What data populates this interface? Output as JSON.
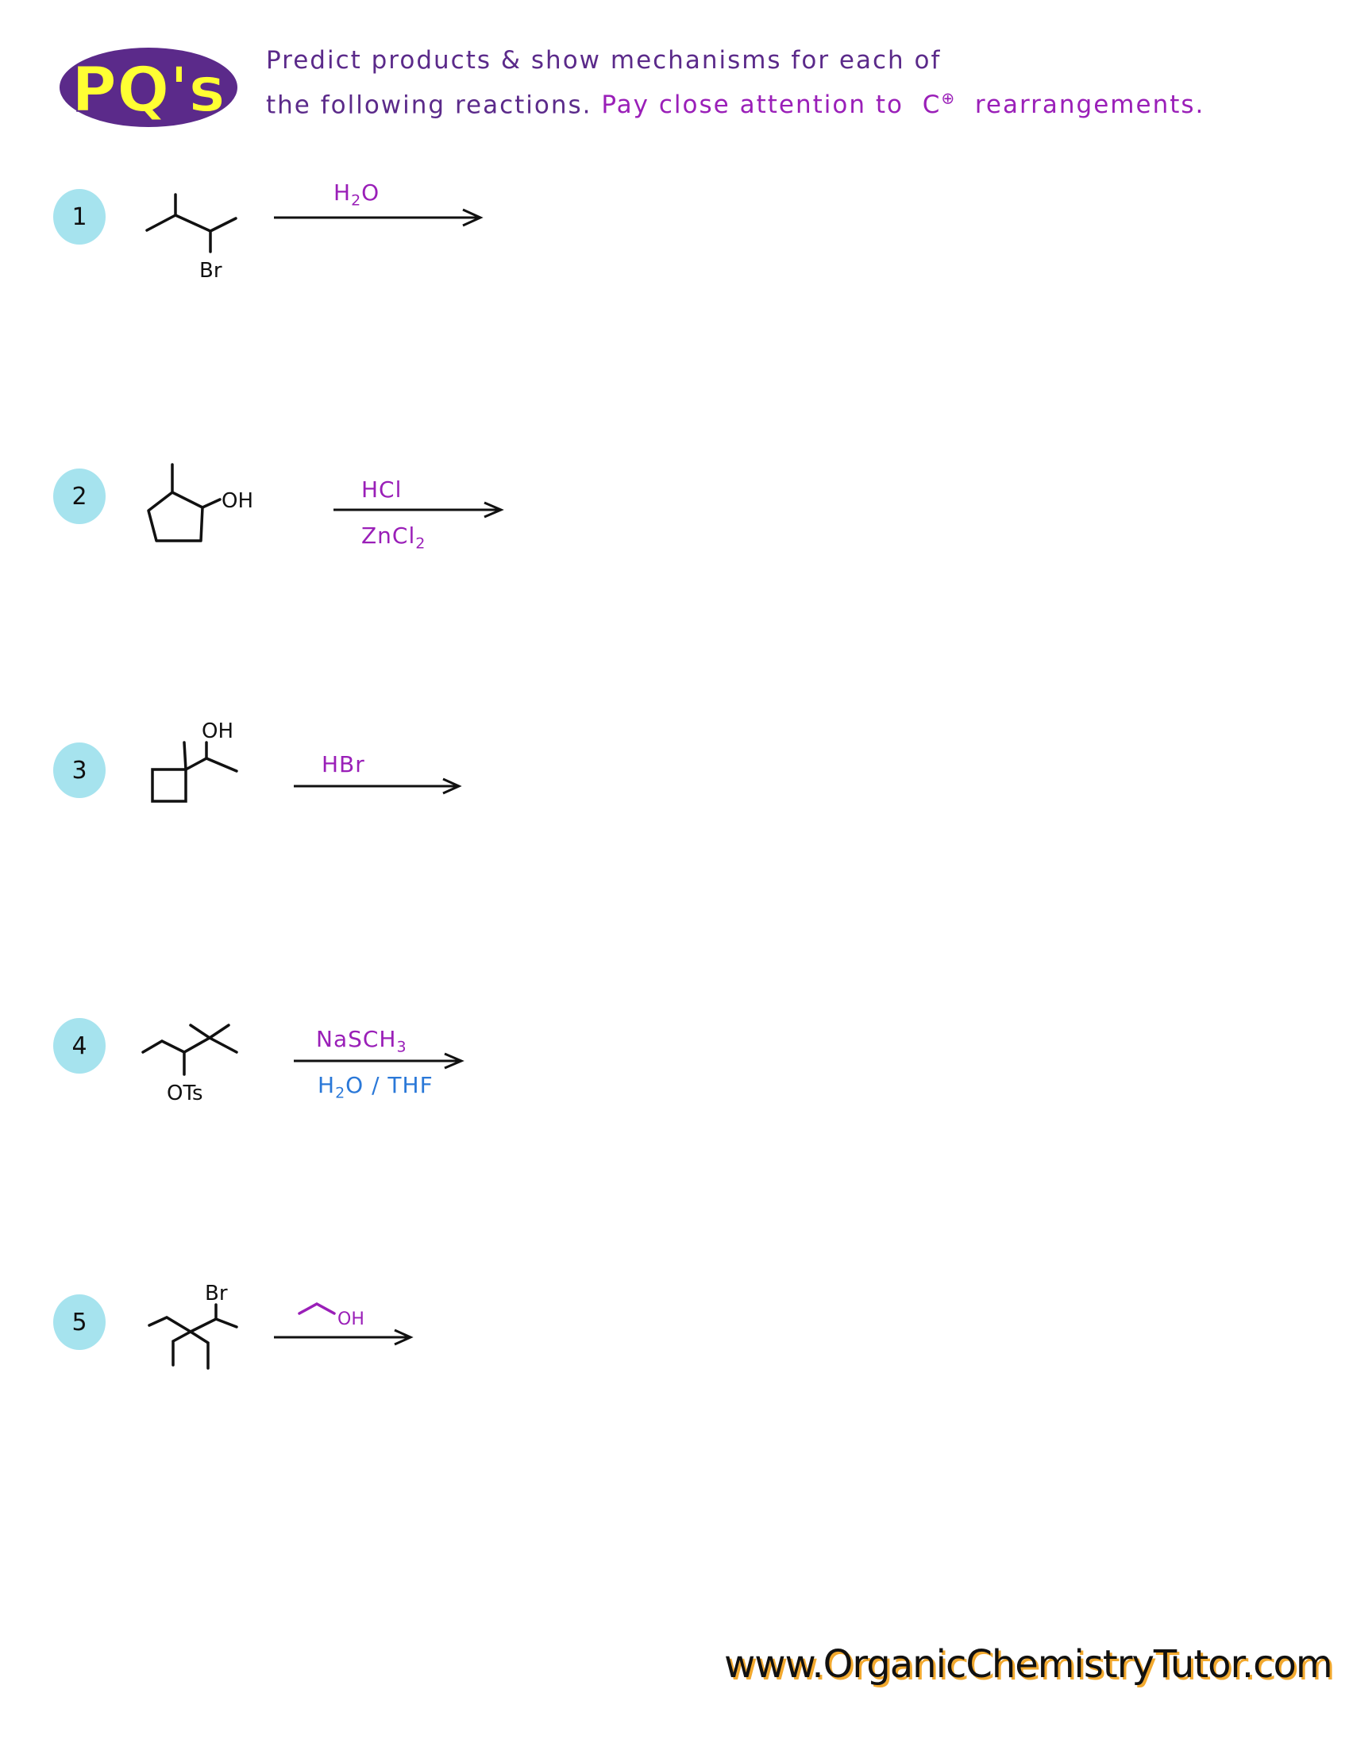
{
  "logo": {
    "text": "PQ's",
    "fill_color": "#ffff33",
    "outline_color": "#5b2a8a"
  },
  "header": {
    "line1": "Predict products & show mechanisms for each of",
    "line2_part1": "the following reactions.",
    "line2_part2": "Pay close attention to",
    "carbocation": "C",
    "plus_symbol": "⊕",
    "line2_part3": "rearrangements."
  },
  "colors": {
    "circle": "#a6e3ee",
    "header_text": "#5b2a8a",
    "accent": "#9a1fb8",
    "solvent_blue": "#2a78d8",
    "footer_shadow": "#f2a92e"
  },
  "problems": [
    {
      "number": "1",
      "substrate_label": "Br",
      "reagent_above": "H2O",
      "reagent_above_main": "H",
      "reagent_above_sub": "2",
      "reagent_above_tail": "O",
      "reagent_below": ""
    },
    {
      "number": "2",
      "substrate_label": "OH",
      "reagent_above": "HCl",
      "reagent_below": "ZnCl2",
      "reagent_below_main": "ZnCl",
      "reagent_below_sub": "2"
    },
    {
      "number": "3",
      "substrate_label": "OH",
      "reagent_above": "HBr",
      "reagent_below": ""
    },
    {
      "number": "4",
      "substrate_label": "OTs",
      "reagent_above": "NaSCH3",
      "reagent_above_main": "NaSCH",
      "reagent_above_sub": "3",
      "reagent_below": "H2O / THF",
      "reagent_below_main": "H",
      "reagent_below_sub": "2",
      "reagent_below_tail": "O / THF"
    },
    {
      "number": "5",
      "substrate_label": "Br",
      "reagent_above": "ethanol (skeletal)",
      "reagent_above_label": "OH",
      "reagent_below": ""
    }
  ],
  "footer": {
    "website": "www.OrganicChemistryTutor.com"
  }
}
